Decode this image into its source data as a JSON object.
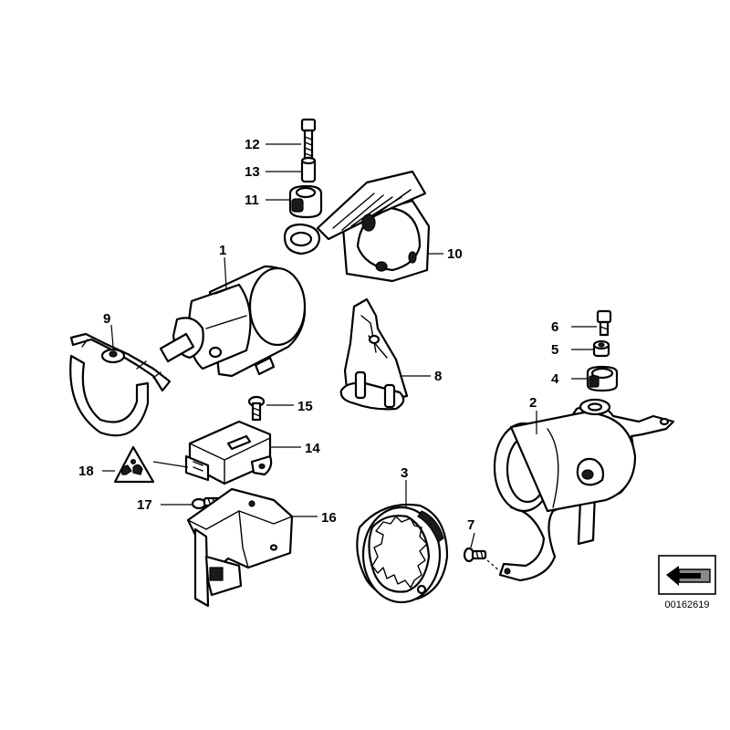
{
  "callouts": {
    "c1": "1",
    "c2": "2",
    "c3": "3",
    "c4": "4",
    "c5": "5",
    "c6": "6",
    "c7": "7",
    "c8": "8",
    "c9": "9",
    "c10": "10",
    "c11": "11",
    "c12": "12",
    "c13": "13",
    "c14": "14",
    "c15": "15",
    "c16": "16",
    "c17": "17",
    "c18": "18"
  },
  "diagram_code": "00162619",
  "icons": {
    "stamp": "arrow-stamp-icon",
    "warning": "warning-triangle-icon"
  }
}
